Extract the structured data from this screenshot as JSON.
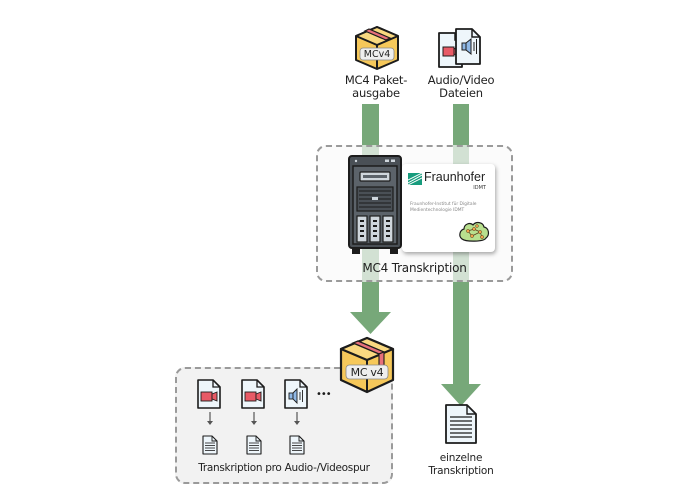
{
  "top": {
    "package_label_line1": "MC4 Paket-",
    "package_label_line2": "ausgabe",
    "package_tag": "MCv4",
    "files_label_line1": "Audio/Video",
    "files_label_line2": "Dateien"
  },
  "middle": {
    "title": "MC4 Transkription",
    "card": {
      "brand": "Fraunhofer",
      "sub_brand": "IDMT",
      "desc_line1": "Fraunhofer-Institut für Digitale",
      "desc_line2": "Medientechnologie IDMT"
    }
  },
  "bottom_left": {
    "package_tag": "MC v4",
    "ellipsis": "•••",
    "caption": "Transkription pro Audio-/Videospur",
    "tracks": [
      {
        "type": "video-file-icon"
      },
      {
        "type": "video-file-icon"
      },
      {
        "type": "audio-file-icon"
      }
    ]
  },
  "bottom_right": {
    "label_line1": "einzelne",
    "label_line2": "Transkription"
  },
  "colors": {
    "arrow_green": "#77a879",
    "box_yellow": "#f6c85a",
    "tape_red": "#e76f7a",
    "video_red": "#e85a66",
    "audio_blue": "#8fb8e6",
    "dash_gray": "#9a9a9a"
  }
}
